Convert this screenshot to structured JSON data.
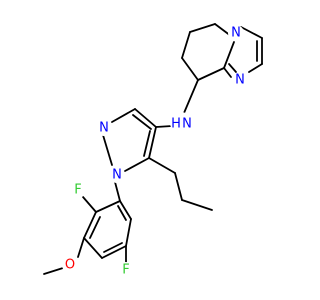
{
  "molecule": {
    "colors": {
      "N": "#0000ff",
      "F": "#33cc33",
      "O": "#ff0000",
      "H": "#0000ff",
      "bond": "#000000",
      "background": "#ffffff"
    },
    "atoms": [
      {
        "id": "n_imid_top",
        "label": "N",
        "element": "N"
      },
      {
        "id": "n_imid_ring",
        "label": "N",
        "element": "N"
      },
      {
        "id": "nh_amine_h",
        "label": "H",
        "element": "H"
      },
      {
        "id": "n_amine",
        "label": "N",
        "element": "N"
      },
      {
        "id": "n_pyrazole_2",
        "label": "N",
        "element": "N"
      },
      {
        "id": "n_pyrazole_1",
        "label": "N",
        "element": "N"
      },
      {
        "id": "f_top",
        "label": "F",
        "element": "F"
      },
      {
        "id": "f_bottom",
        "label": "F",
        "element": "F"
      },
      {
        "id": "o_methoxy",
        "label": "O",
        "element": "O"
      }
    ]
  }
}
